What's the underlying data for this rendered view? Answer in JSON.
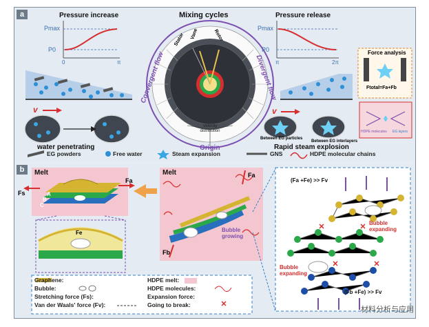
{
  "panels": {
    "a": {
      "tag": "a",
      "pressure_increase": "Pressure increase",
      "mixing_cycles": "Mixing cycles",
      "pressure_release": "Pressure release",
      "pmax": "Pmax",
      "p0": "P0",
      "zero": "0",
      "pi": "π",
      "two_pi": "2π",
      "stator": "Stator",
      "vane": "Vane",
      "rotor": "Rotor",
      "convergent_flow": "Convergent flow",
      "divergent_flow": "Divergent flow",
      "velocity_distribution": "Velocity distribution",
      "origin": "Origin",
      "v_symbol": "v",
      "water_penetrating": "water penetrating",
      "rapid_steam_explosion": "Rapid steam explosion",
      "between_eg_particles": "Between EG particles",
      "between_eg_interlayers": "Between EG interlayers",
      "force_analysis": "Force analysis",
      "f_total": "Ftotal=Fa+Fb",
      "hdpe_molecules_small": "HDPE molecules",
      "eg_layers_small": "EG layers",
      "legend": {
        "eg_powders": "EG powders",
        "free_water": "Free water",
        "steam_expansion": "Steam expansion",
        "gns": "GNS",
        "hdpe_chains": "HDPE molecular chains"
      }
    },
    "b": {
      "tag": "b",
      "melt_left": "Melt",
      "melt_mid": "Melt",
      "fa": "Fa",
      "fb": "Fb",
      "fs": "Fs",
      "label_a": "A",
      "label_b": "B",
      "label_c": "C",
      "fe": "Fe",
      "bubble_growing": "Bubble growing",
      "eq_top": "(Fa +Fe) >> Fv",
      "eq_bottom": "(Fb +Fe) >> Fv",
      "bubble_expanding_top": "Bubble expanding",
      "bubble_expanding_left": "Bubble expanding",
      "legend": {
        "graphene": "Graphene:",
        "bubble": "Bubble:",
        "stretching_force": "Stretching force (Fs):",
        "vdw_force": "Van der Waals' force (Fv):",
        "hdpe_melt": "HDPE melt:",
        "hdpe_molecules": "HDPE molecules:",
        "expansion_force": "Expansion force:",
        "going_to_break": "Going to break:"
      }
    }
  },
  "watermark": "材料分析与应用",
  "colors": {
    "border": "#7f8c99",
    "purple": "#7b4fb0",
    "red": "#d62e2e",
    "pink": "#f4c6cf",
    "blue_dash": "#2f7fc9",
    "green": "#2aa84a",
    "gold": "#d4b430"
  }
}
